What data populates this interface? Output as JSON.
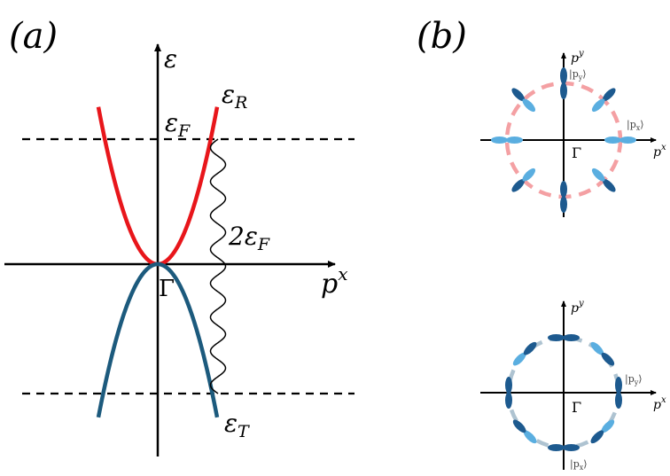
{
  "panel_a": {
    "label": "(a)",
    "y_axis_label": "ε",
    "x_axis_label": "p",
    "x_axis_superscript": "x",
    "fermi_label": "ε",
    "fermi_sub": "F",
    "upper_band_label": "ε",
    "upper_band_sub": "R",
    "lower_band_label": "ε",
    "lower_band_sub": "T",
    "gap_label": "2ε",
    "gap_sub": "F",
    "origin_label": "Γ",
    "colors": {
      "upper_band": "#e8161b",
      "lower_band": "#1c5a7d",
      "axes": "#000000"
    }
  },
  "panel_b": {
    "label": "(b)",
    "top": {
      "y_axis_label": "p",
      "y_axis_superscript": "y",
      "x_axis_label": "p",
      "x_axis_superscript": "x",
      "origin_label": "Γ",
      "ket_y": "|p",
      "ket_y_sub": "y",
      "ket_x": "|p",
      "ket_x_sub": "x",
      "ket_close": "⟩",
      "circle_color": "#f4a0a3"
    },
    "bottom": {
      "y_axis_label": "p",
      "y_axis_superscript": "y",
      "x_axis_label": "p",
      "x_axis_superscript": "x",
      "origin_label": "Γ",
      "ket_y": "|p",
      "ket_y_sub": "y",
      "ket_x": "|p",
      "ket_x_sub": "x",
      "ket_close": "⟩",
      "circle_color": "#aec3d1"
    },
    "colors": {
      "dark_lobe": "#1d5a8f",
      "light_lobe": "#5aaee0"
    }
  }
}
